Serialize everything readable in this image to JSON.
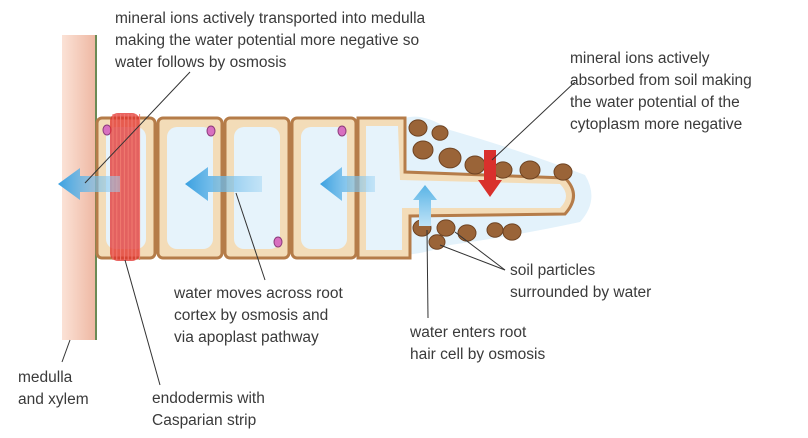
{
  "labels": {
    "medulla_transport": [
      "mineral ions actively transported into medulla",
      "making the water potential more negative so",
      "water follows by osmosis"
    ],
    "soil_absorption": [
      "mineral ions actively",
      "absorbed from soil making",
      "the water potential of the",
      "cytoplasm more negative"
    ],
    "cortex": [
      "water moves across root",
      "cortex by osmosis and",
      "via apoplast pathway"
    ],
    "soil_particles": [
      "soil particles",
      "surrounded by water"
    ],
    "root_hair": [
      "water enters root",
      "hair cell by osmosis"
    ],
    "medulla": [
      "medulla",
      "and xylem"
    ],
    "endodermis": [
      "endodermis with",
      "Casparian strip"
    ]
  },
  "colors": {
    "medulla": "#f4c8b6",
    "cell_wall": "#c8915c",
    "cytoplasm": "#f3dcb8",
    "vacuole": "#e6f3fb",
    "water_arrow": "#5ab4e6",
    "ion_arrow": "#d9302c",
    "casparian": "#e2302c",
    "soil": "#9a6438",
    "nucleus": "#d86fc0"
  }
}
